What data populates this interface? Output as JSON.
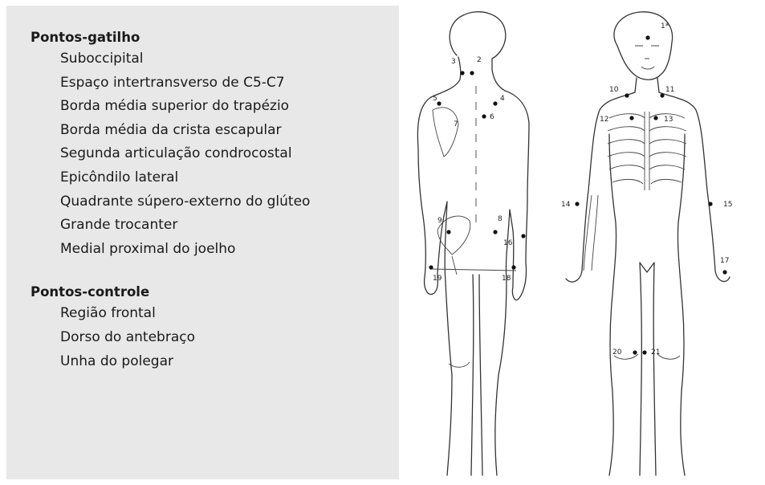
{
  "trigger_points": {
    "heading": "Pontos-gatilho",
    "items": [
      "Suboccipital",
      "Espaço intertransverso de C5-C7",
      "Borda média superior do trapézio",
      "Borda média da crista escapular",
      "Segunda articulação condrocostal",
      "Epicôndilo lateral",
      "Quadrante súpero-externo do glúteo",
      "Grande trocanter",
      "Medial proximal do joelho"
    ]
  },
  "control_points": {
    "heading": "Pontos-controle",
    "items": [
      "Região frontal",
      "Dorso do antebraço",
      "Unha do polegar"
    ]
  },
  "figure": {
    "back_labels": [
      "3",
      "2",
      "5",
      "4",
      "7",
      "6",
      "9",
      "8",
      "16",
      "19",
      "18"
    ],
    "front_labels": [
      "1*",
      "10",
      "11",
      "12",
      "13",
      "14",
      "15",
      "17",
      "20",
      "21"
    ]
  }
}
